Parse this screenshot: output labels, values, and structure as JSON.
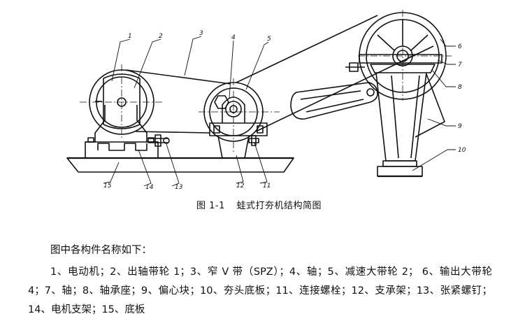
{
  "figure": {
    "part_labels": [
      "1",
      "2",
      "3",
      "4",
      "5",
      "6",
      "7",
      "8",
      "9",
      "10",
      "11",
      "12",
      "13",
      "14",
      "15"
    ]
  },
  "caption": {
    "number": "图 1-1",
    "title": "蛙式打夯机结构简图"
  },
  "description": {
    "intro": "图中各构件名称如下：",
    "parts_list": "1、电动机；2、出轴带轮 1；3、窄 V 带（SPZ）；4、轴；5、减速大带轮 2；  6、输出大带轮 4；7、轴；8、轴承座；9、偏心块；10、夯头底板；11、连接螺栓；12、支承架；13、张紧螺钉；14、电机支架；15、底板"
  }
}
